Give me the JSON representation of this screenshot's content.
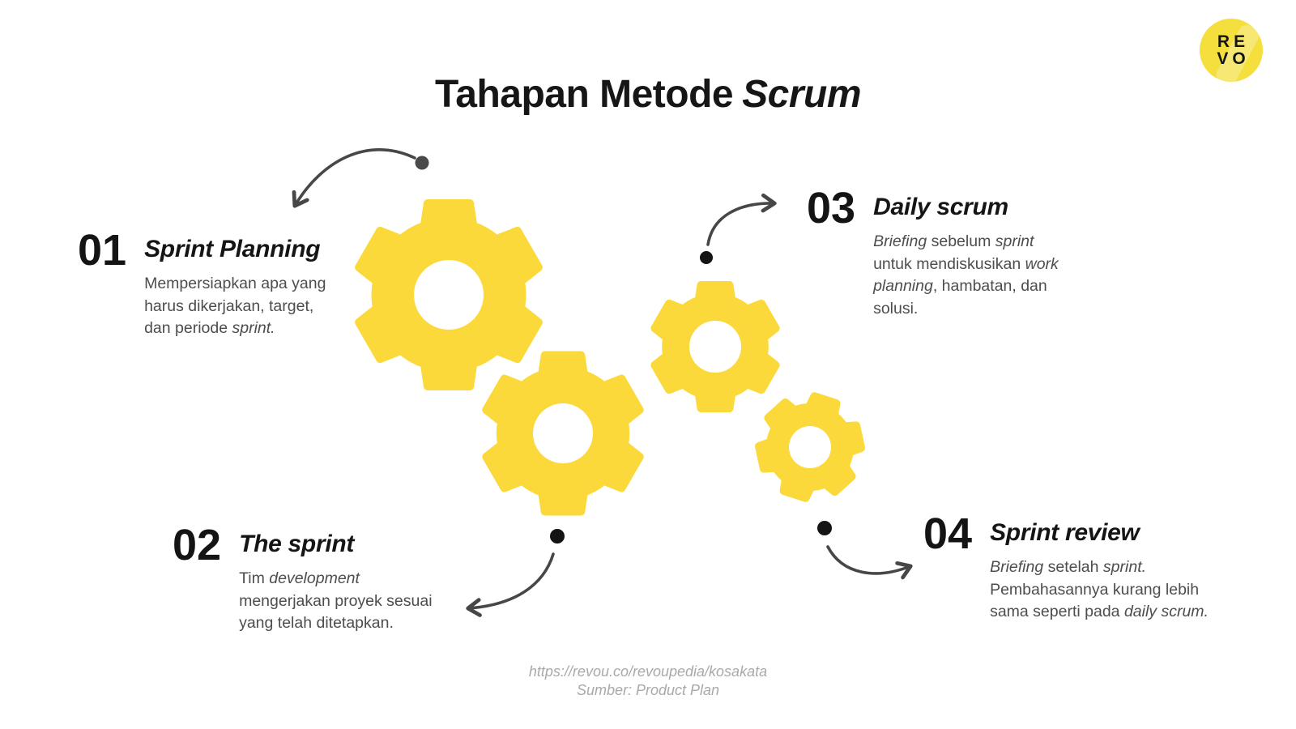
{
  "title": {
    "prefix": "Tahapan Metode",
    "emphasis": "Scrum"
  },
  "logo": {
    "top": "RE",
    "bottom": "VO"
  },
  "steps": [
    {
      "number": "01",
      "heading": "Sprint Planning",
      "body": [
        [
          {
            "text": "Mempersiapkan apa yang"
          }
        ],
        [
          {
            "text": "harus dikerjakan, target,"
          }
        ],
        [
          {
            "text": "dan periode "
          },
          {
            "text": "sprint.",
            "italic": true
          }
        ]
      ]
    },
    {
      "number": "02",
      "heading": "The sprint",
      "body": [
        [
          {
            "text": "Tim "
          },
          {
            "text": "development",
            "italic": true
          }
        ],
        [
          {
            "text": "mengerjakan proyek sesuai"
          }
        ],
        [
          {
            "text": "yang telah ditetapkan."
          }
        ]
      ]
    },
    {
      "number": "03",
      "heading": "Daily scrum",
      "body": [
        [
          {
            "text": "Briefing",
            "italic": true
          },
          {
            "text": " sebelum "
          },
          {
            "text": "sprint",
            "italic": true
          }
        ],
        [
          {
            "text": "untuk mendiskusikan "
          },
          {
            "text": "work",
            "italic": true
          }
        ],
        [
          {
            "text": "planning",
            "italic": true
          },
          {
            "text": ", hambatan, dan"
          }
        ],
        [
          {
            "text": "solusi."
          }
        ]
      ]
    },
    {
      "number": "04",
      "heading": "Sprint review",
      "body": [
        [
          {
            "text": "Briefing",
            "italic": true
          },
          {
            "text": " setelah "
          },
          {
            "text": "sprint.",
            "italic": true
          }
        ],
        [
          {
            "text": "Pembahasannya kurang lebih"
          }
        ],
        [
          {
            "text": "sama seperti pada "
          },
          {
            "text": "daily scrum.",
            "italic": true
          }
        ]
      ]
    }
  ],
  "footer": {
    "url": "https://revou.co/revoupedia/kosakata",
    "source": "Sumber: Product Plan"
  },
  "colors": {
    "background": "#ffffff",
    "gear_yellow": "#FCD93B",
    "logo_yellow": "#F4DF3D",
    "title_color": "#161616",
    "number_color": "#141414",
    "heading_color": "#151515",
    "body_color": "#4d4d4d",
    "footer_color": "#a9a9a9",
    "arrow_color": "#474747",
    "dot_dark": "#141414",
    "dot_gray": "#4a4a4a"
  }
}
